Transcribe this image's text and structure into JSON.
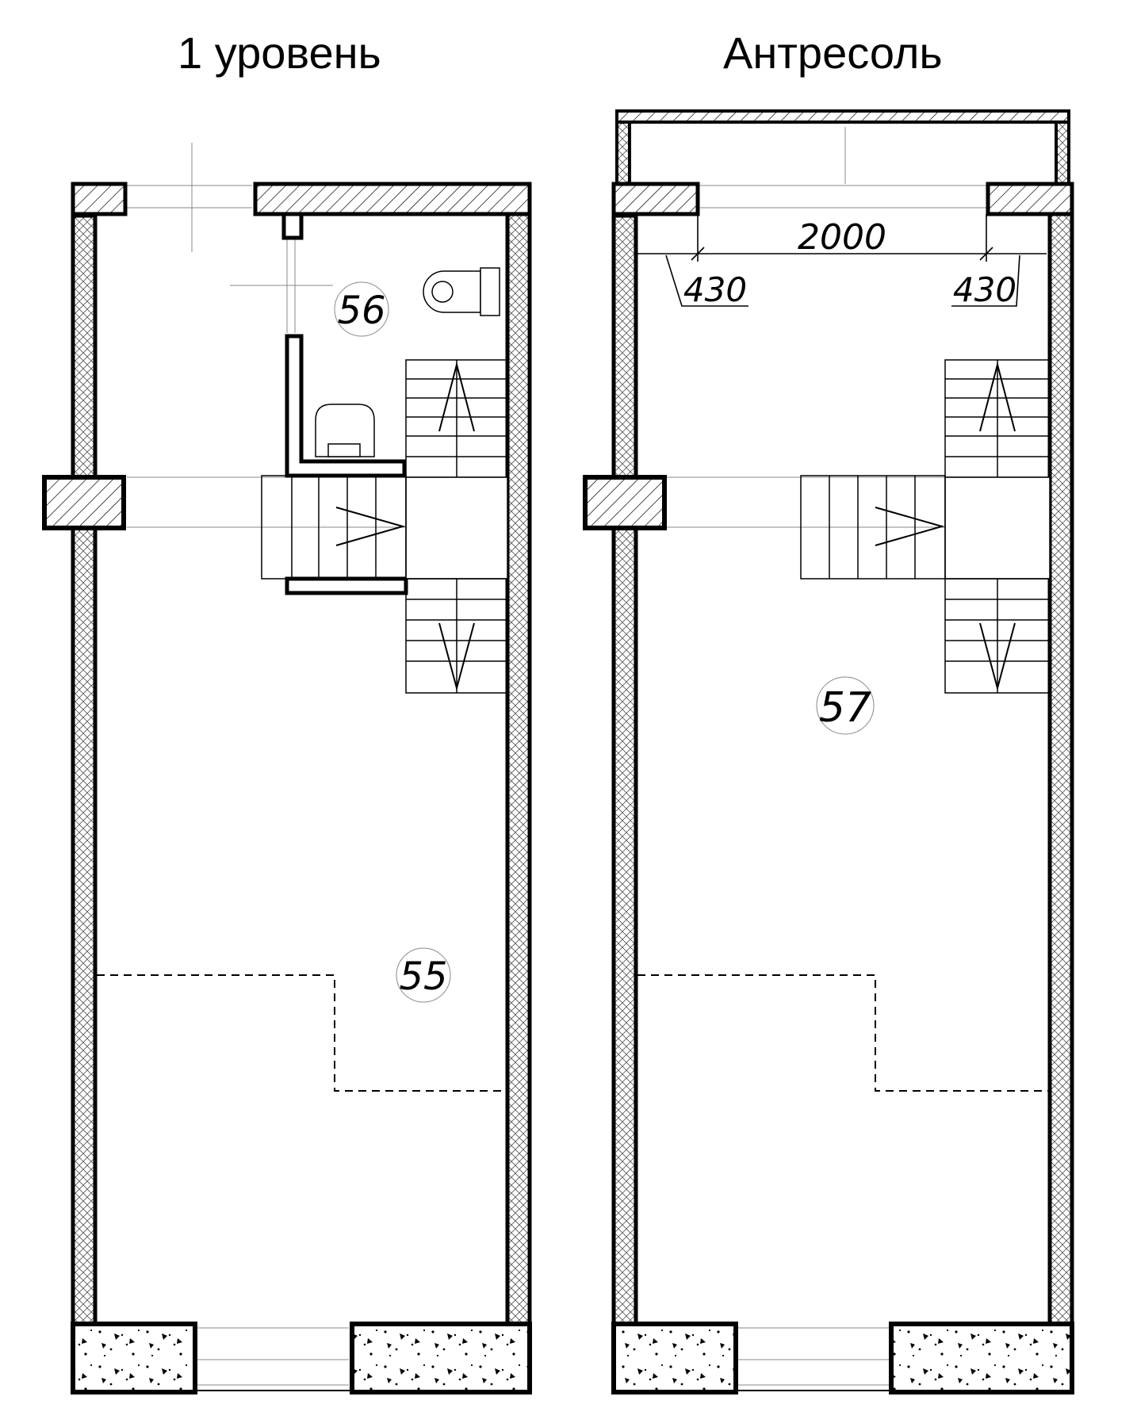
{
  "titles": {
    "level1": "1 уровень",
    "mezzanine": "Антресоль"
  },
  "rooms": {
    "level1_main": "55",
    "level1_wc": "56",
    "mezzanine_main": "57"
  },
  "dimensions": {
    "opening_width": "2000",
    "left_offset": "430",
    "right_offset": "430"
  },
  "icons": [
    "toilet-icon",
    "sink-icon",
    "stair-arrow-icon",
    "insulation-hatch",
    "concrete-hatch"
  ]
}
